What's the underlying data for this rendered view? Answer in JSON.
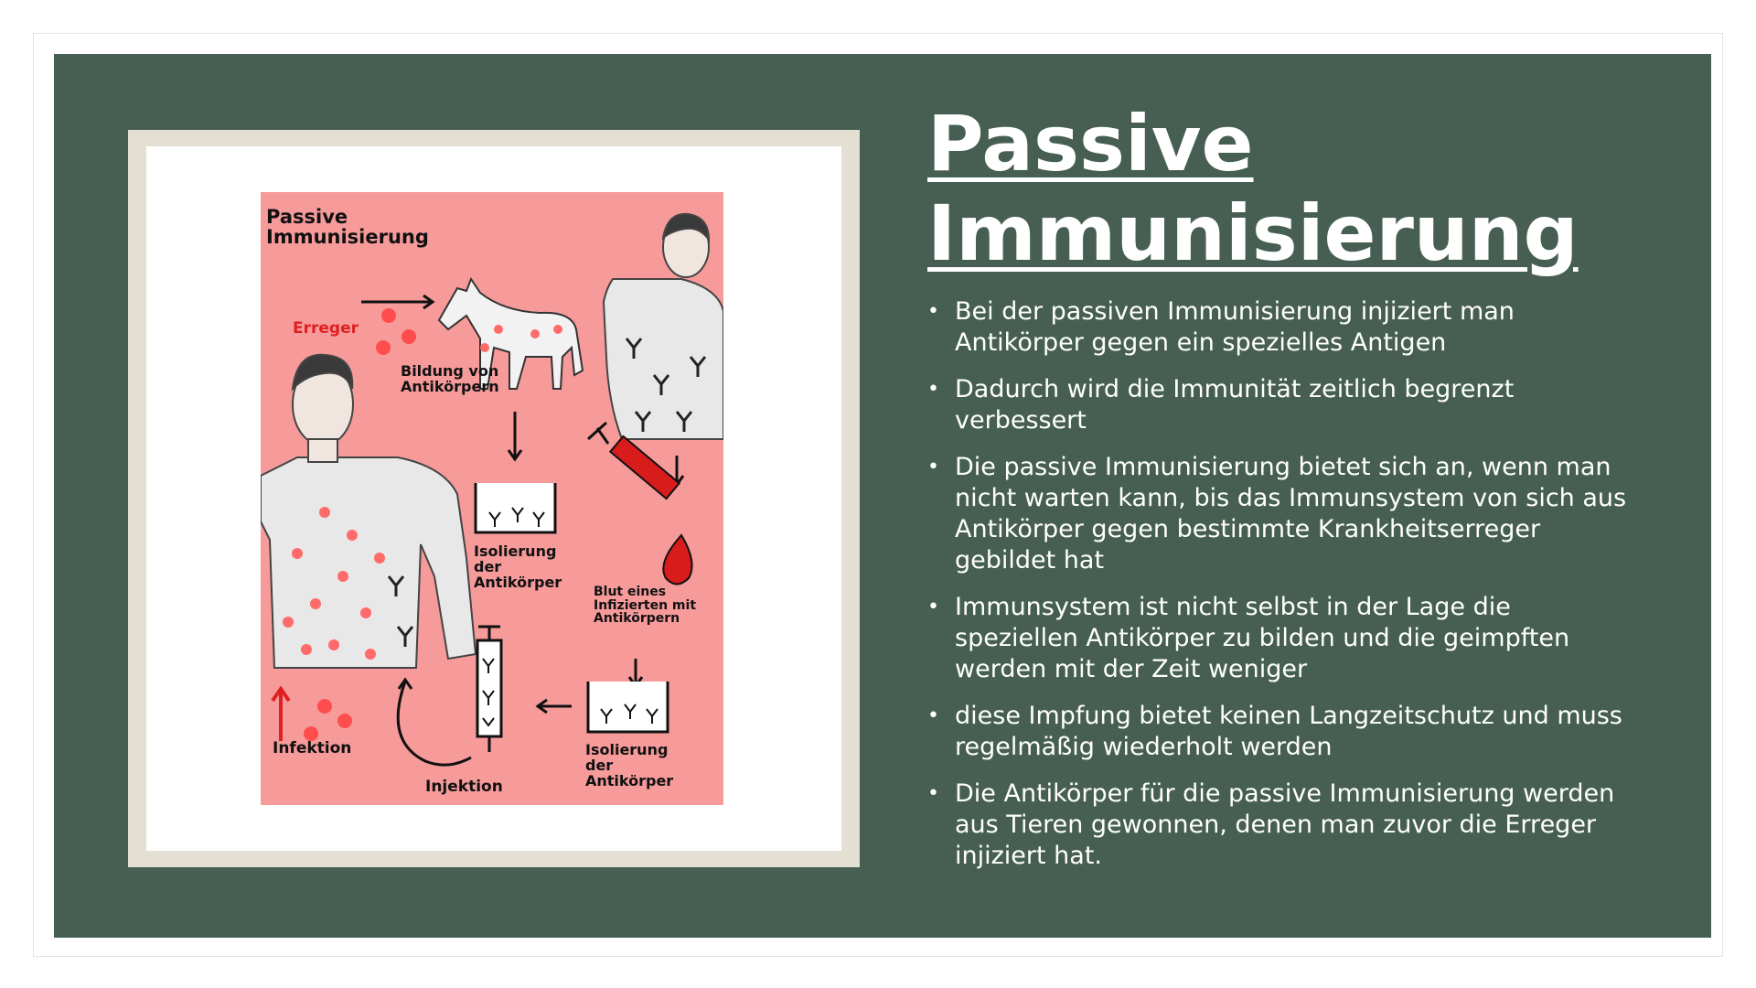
{
  "title_line1": "Passive",
  "title_line2": "Immunisierung",
  "bullets": [
    "Bei der passiven Immunisierung injiziert man Antikörper gegen ein spezielles Antigen",
    "Dadurch wird die Immunität zeitlich begrenzt verbessert",
    "Die passive Immunisierung bietet sich an, wenn man nicht warten kann, bis das Immunsystem von sich aus Antikörper gegen bestimmte Krankheitserreger gebildet hat",
    "Immunsystem ist nicht selbst in der Lage die speziellen Antikörper zu bilden und die geimpften werden mit der Zeit weniger",
    "diese Impfung bietet keinen Langzeitschutz und muss regelmäßig wiederholt werden",
    "Die Antikörper für die passive Immunisierung werden aus Tieren gewonnen, denen man zuvor die Erreger injiziert hat."
  ],
  "diagram": {
    "title_line1": "Passive",
    "title_line2": "Immunisierung",
    "erreger": "Erreger",
    "bildung": "Bildung von Antikörpern",
    "isolierung_1": "Isolierung der Antikörper",
    "blut": "Blut eines Infizierten mit Antikörpern",
    "isolierung_2": "Isolierung der Antikörper",
    "injektion": "Injektion",
    "infektion": "Infektion"
  },
  "colors": {
    "slide_bg": "#465f52",
    "frame": "#e3dfd3",
    "diagram_bg": "#f69a9a",
    "accent_red": "#e02020",
    "text": "#ffffff"
  }
}
